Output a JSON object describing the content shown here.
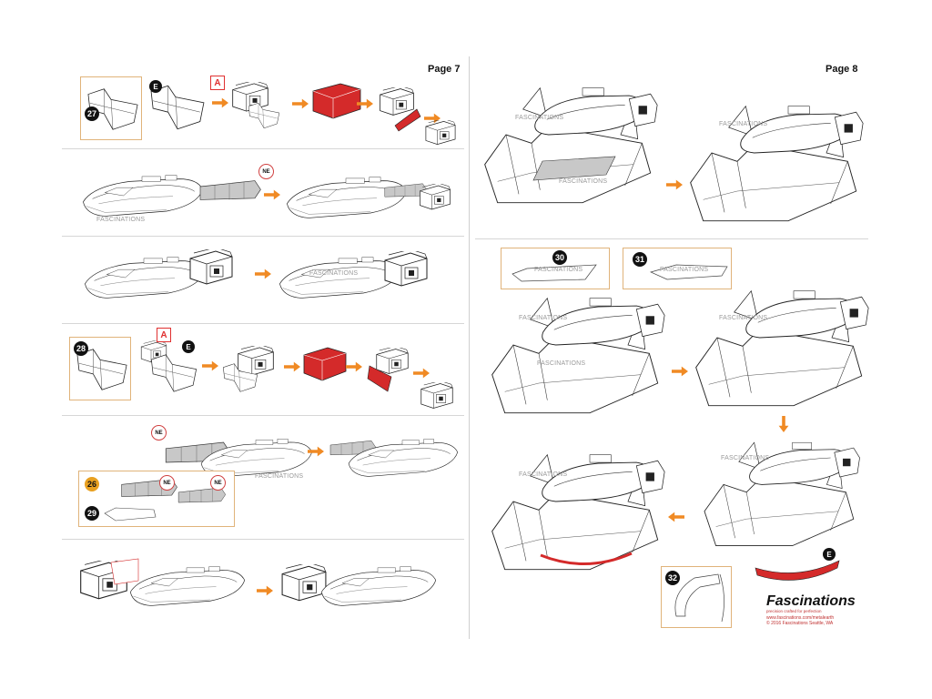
{
  "pages": {
    "left_label": "Page 7",
    "right_label": "Page 8"
  },
  "watermark_text": "FASCINATIONS",
  "part_numbers": {
    "p27": "27",
    "p28": "28",
    "p29": "29",
    "p30": "30",
    "p31": "31",
    "p32": "32"
  },
  "tags": {
    "letter_a": "A",
    "circle_e": "E",
    "ne": "NE"
  },
  "colors": {
    "accent_orange": "#f08a24",
    "highlight_red": "#d42a2a",
    "callout_border": "#e0b37a",
    "part_gray": "#bfbfbf"
  },
  "brand": {
    "name": "Fascinations",
    "tagline": "precision crafted for perfection",
    "url": "www.fascinations.com/metalearth",
    "copyright": "© 2016 Fascinations Seattle, WA"
  }
}
